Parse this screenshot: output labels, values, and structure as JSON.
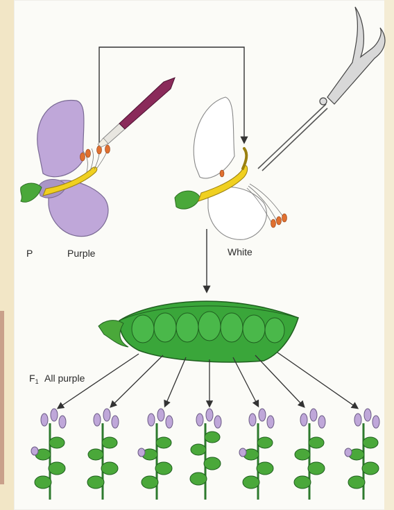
{
  "labels": {
    "p": "P",
    "purple": "Purple",
    "white": "White",
    "f1_main": "F",
    "f1_sub": "1",
    "all_purple": "All purple"
  },
  "colors": {
    "purple_petal": "#bfa7d9",
    "white_petal": "#ffffff",
    "stamen": "#f0d020",
    "anther": "#e07030",
    "pod_green": "#3aa63a",
    "brush_handle": "#8a2a5a",
    "arrow": "#333333"
  },
  "icons": {
    "brush": "paintbrush-icon",
    "scissors": "scissors-icon",
    "pod": "pea-pod-icon",
    "plant": "pea-plant-icon"
  },
  "plants": {
    "count": 7
  }
}
